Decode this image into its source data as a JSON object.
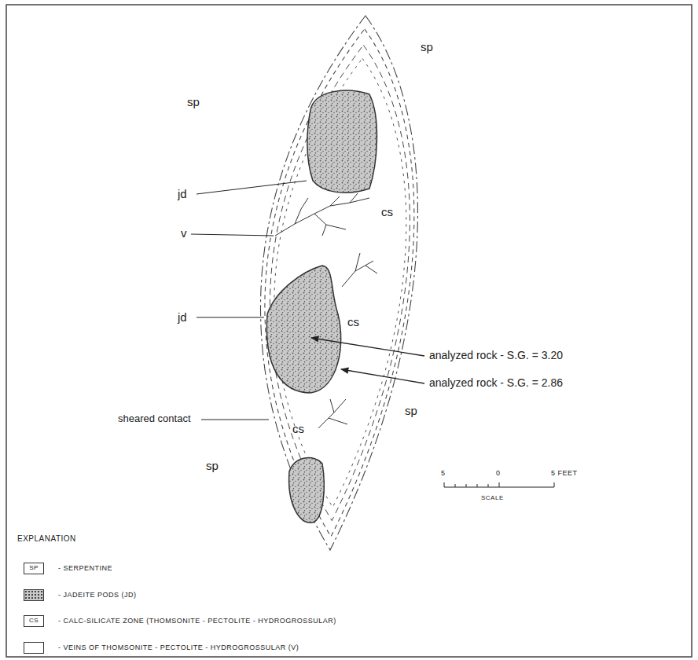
{
  "diagram": {
    "labels": [
      "sp",
      "sp",
      "sp",
      "sp",
      "jd",
      "jd",
      "cs",
      "cs",
      "cs",
      "v",
      "sheared contact",
      "analyzed rock - S.G. = 3.20",
      "analyzed rock - S.G. = 2.86",
      "EXPLANATION",
      "SP",
      "CS",
      "5",
      "0",
      "5 FEET",
      "SCALE"
    ],
    "legend": [
      {
        "text": "- SERPENTINE",
        "color": "#ffffff"
      },
      {
        "text": "- JADEITE PODS (JD)"
      },
      {
        "text": "- CALC-SILICATE ZONE (THOMSONITE - PECTOLITE - HYDROGROSSULAR)",
        "color": "#ffffff"
      },
      {
        "text": "- VEINS OF THOMSONITE - PECTOLITE - HYDROGROSSULAR (V)",
        "color": "#ffffff"
      }
    ]
  }
}
